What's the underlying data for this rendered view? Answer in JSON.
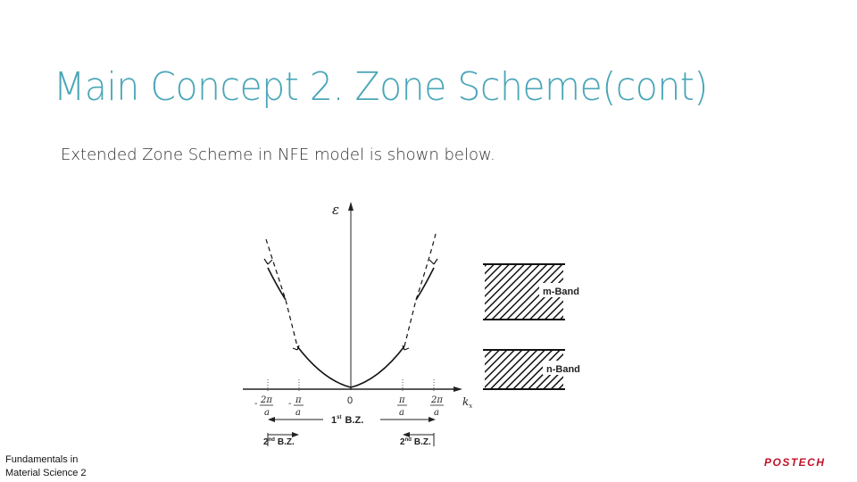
{
  "slide": {
    "title": "Main Concept 2. Zone Scheme(cont)",
    "subtitle": "Extended Zone Scheme in NFE model is shown below.",
    "footer_line1": "Fundamentals in",
    "footer_line2": "Material Science 2",
    "logo_text": "POSTECH",
    "accent_color": "#4aa6b8",
    "logo_color": "#c0142b"
  },
  "figure": {
    "y_axis_label": "ε",
    "x_axis_label": "k",
    "x_axis_subscript": "x",
    "origin_label": "0",
    "tick_pi_num": "π",
    "tick_2pi_num": "2π",
    "tick_den": "a",
    "minus": "-",
    "bz1_label": "1",
    "bz1_sup": "st",
    "bz1_suffix": "B.Z.",
    "bz2_label": "2",
    "bz2_sup": "nd",
    "bz2_suffix": "B.Z.",
    "band_m": "m-Band",
    "band_n": "n-Band"
  }
}
